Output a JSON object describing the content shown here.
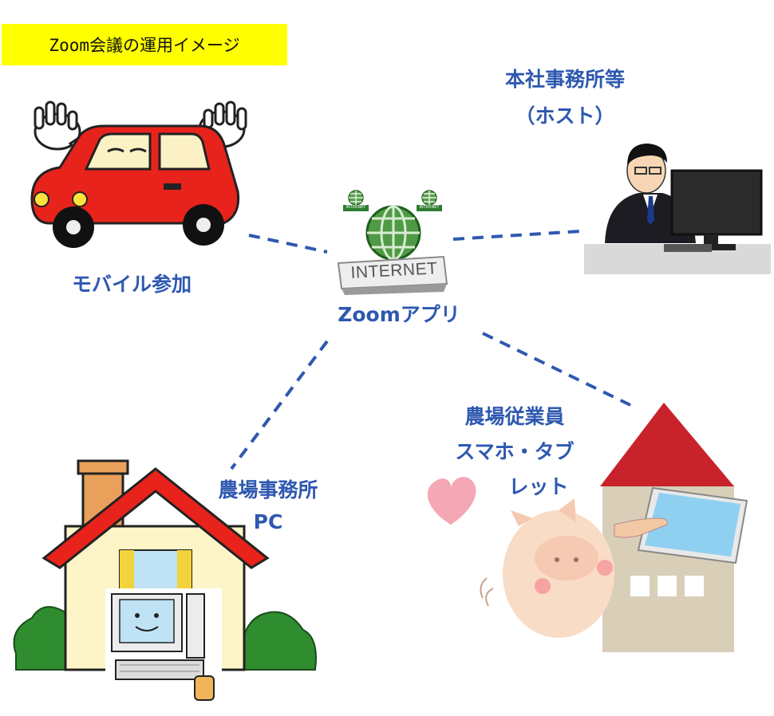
{
  "header": {
    "title": "Zoom会議の運用イメージ"
  },
  "nodes": {
    "hub": {
      "label": "Zoomアプリ",
      "sign_text": "INTERNET",
      "mini_sign_text": "INTERNET"
    },
    "head_office": {
      "line1": "本社事務所等",
      "line2": "（ホスト）"
    },
    "mobile": {
      "label": "モバイル参加"
    },
    "farm_office": {
      "line1": "農場事務所",
      "line2": "PC"
    },
    "farm_staff": {
      "line1": "農場従業員",
      "line2": "スマホ・タブ",
      "line3": "レット"
    }
  },
  "colors": {
    "label_text": "#2e58b0",
    "connector": "#2e58b0",
    "banner_bg": "#ffff00"
  },
  "icons": [
    "car-icon",
    "businessman-computer-icon",
    "internet-globe-icon",
    "house-pc-icon",
    "pig-tablet-icon",
    "heart-icon"
  ]
}
